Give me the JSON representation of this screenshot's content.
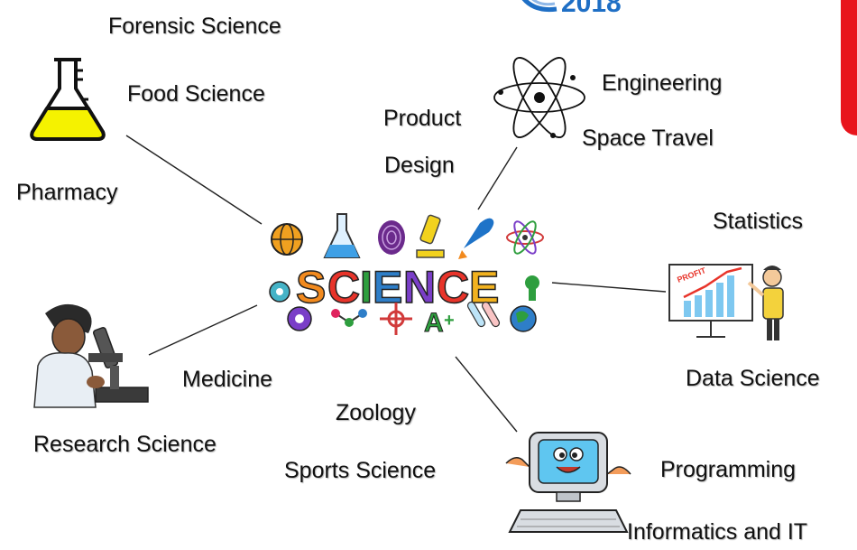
{
  "logo": {
    "year_text": "2018"
  },
  "center_word": "SCIENCE",
  "topics": {
    "forensic_science": "Forensic Science",
    "food_science": "Food Science",
    "pharmacy": "Pharmacy",
    "product_design_line1": "Product",
    "product_design_line2": "Design",
    "engineering": "Engineering",
    "space_travel": "Space Travel",
    "statistics": "Statistics",
    "data_science": "Data Science",
    "medicine": "Medicine",
    "research_science": "Research Science",
    "zoology": "Zoology",
    "sports_science": "Sports Science",
    "programming": "Programming",
    "informatics_it": "Informatics and IT"
  },
  "chart_sign_text": "PROFIT",
  "colors": {
    "flask_liquid": "#f5f200",
    "corner_red": "#e8141c",
    "logo_blue": "#1f6fc5"
  }
}
